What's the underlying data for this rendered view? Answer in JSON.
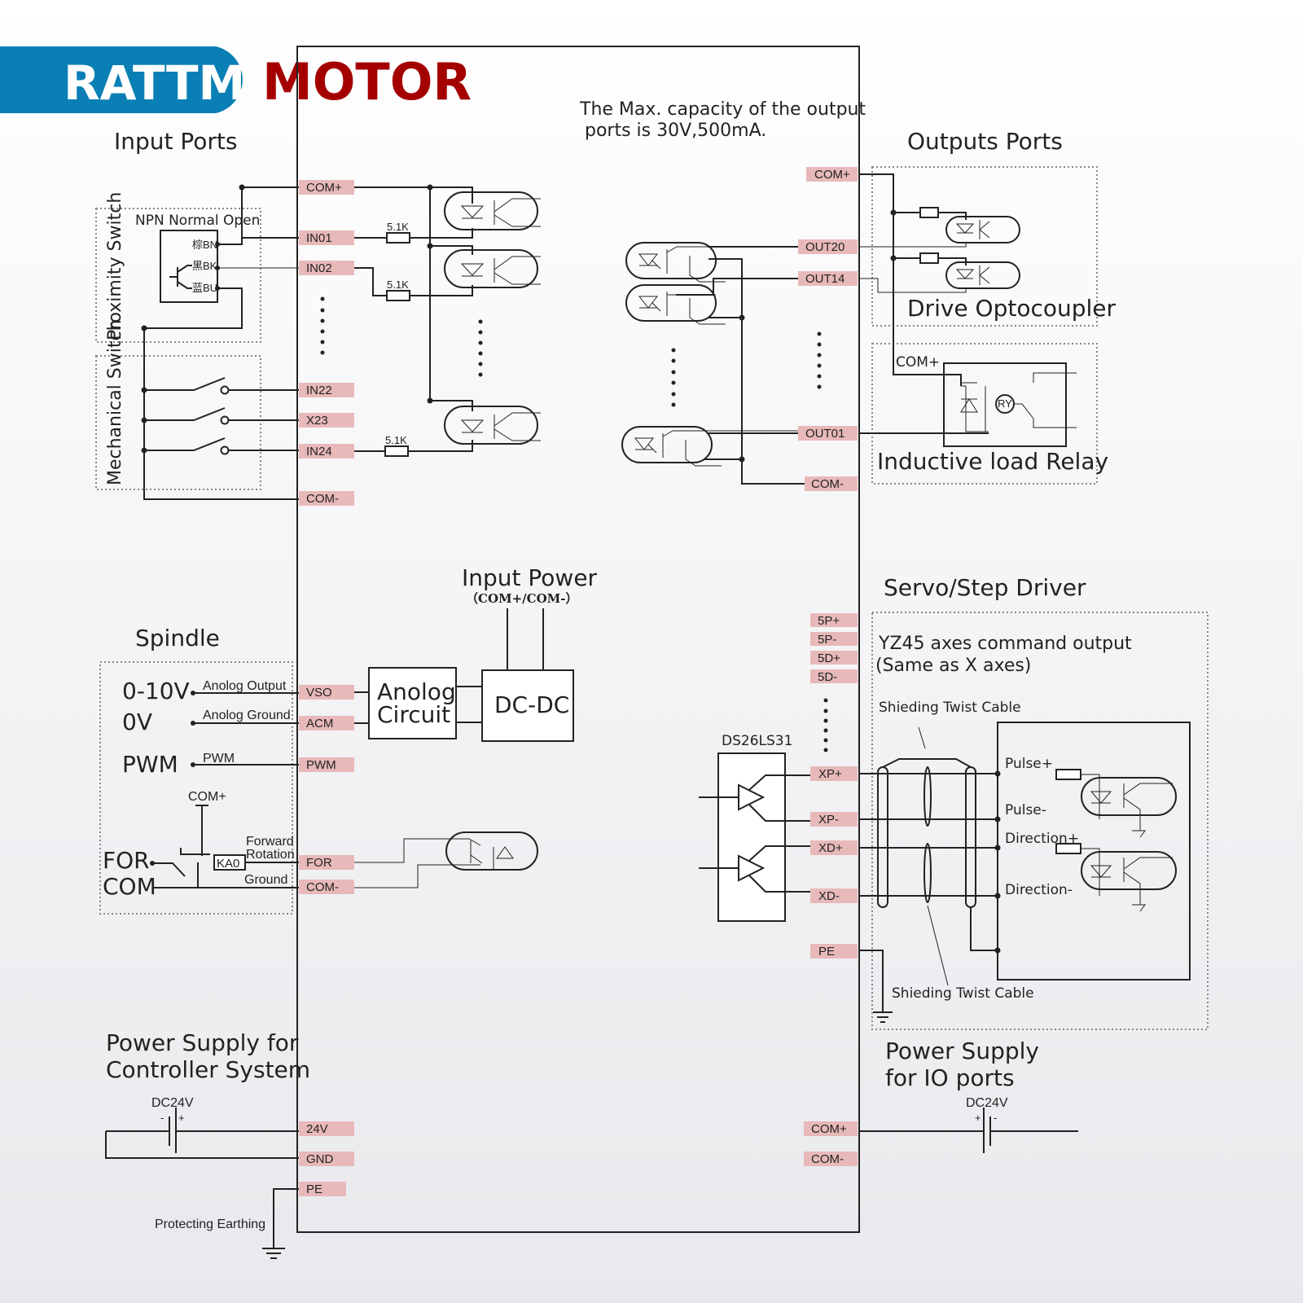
{
  "brand": {
    "left": "RATTM",
    "right": "MOTOR",
    "left_bg": "#0a7fb5",
    "right_color": "#a50000"
  },
  "note": {
    "line1": "The Max. capacity of the output",
    "line2": "ports is 30V,500mA."
  },
  "sections": {
    "input_ports": "Input Ports",
    "output_ports": "Outputs Ports",
    "spindle": "Spindle",
    "input_power": "Input Power",
    "input_power_sub": "（COM+/COM-）",
    "servo": "Servo/Step Driver",
    "ps_ctrl_1": "Power Supply for",
    "ps_ctrl_2": "Controller System",
    "ps_io_1": "Power Supply",
    "ps_io_2": "for IO ports"
  },
  "input": {
    "proximity": "Proximity Switch",
    "mechanical": "Mechanical Switch",
    "npn": "NPN Normal Open",
    "bn": "棕BN",
    "bk": "黑BK",
    "bu": "蓝BU",
    "resistor": "5.1K",
    "ports": [
      "COM+",
      "IN01",
      "IN02",
      "IN22",
      "X23",
      "IN24",
      "COM-"
    ]
  },
  "output": {
    "ports": [
      "COM+",
      "OUT20",
      "OUT14",
      "OUT01",
      "COM-"
    ],
    "drive_opto": "Drive Optocoupler",
    "relay": "Inductive load Relay",
    "relay_com": "COM+",
    "ry": "RY"
  },
  "spindle": {
    "v010": "0-10V",
    "v0": "0V",
    "pwm": "PWM",
    "for": "FOR",
    "com": "COM",
    "analog_out": "Anolog Output",
    "analog_gnd": "Anolog Ground",
    "pwm_small": "PWM",
    "com_plus": "COM+",
    "ka0": "KA0",
    "forward": "Forward",
    "rotation": "Rotation",
    "ground": "Ground",
    "ports": [
      "VSO",
      "ACM",
      "PWM",
      "FOR",
      "COM-"
    ],
    "analog_circuit_1": "Anolog",
    "analog_circuit_2": "Circuit",
    "dcdc": "DC-DC"
  },
  "servo": {
    "ports_top": [
      "5P+",
      "5P-",
      "5D+",
      "5D-"
    ],
    "ports": [
      "XP+",
      "XP-",
      "XD+",
      "XD-",
      "PE"
    ],
    "chip": "DS26LS31",
    "yz_1": "YZ45 axes command output",
    "yz_2": "(Same as X axes)",
    "cable": "Shieding Twist Cable",
    "pulse_p": "Pulse+",
    "pulse_m": "Pulse-",
    "dir_p": "Direction+",
    "dir_m": "Direction-"
  },
  "power": {
    "dc24": "DC24V",
    "ctrl_ports": [
      "24V",
      "GND",
      "PE"
    ],
    "io_ports": [
      "COM+",
      "COM-"
    ],
    "earth": "Protecting Earthing",
    "minus": "-",
    "plus": "+"
  }
}
